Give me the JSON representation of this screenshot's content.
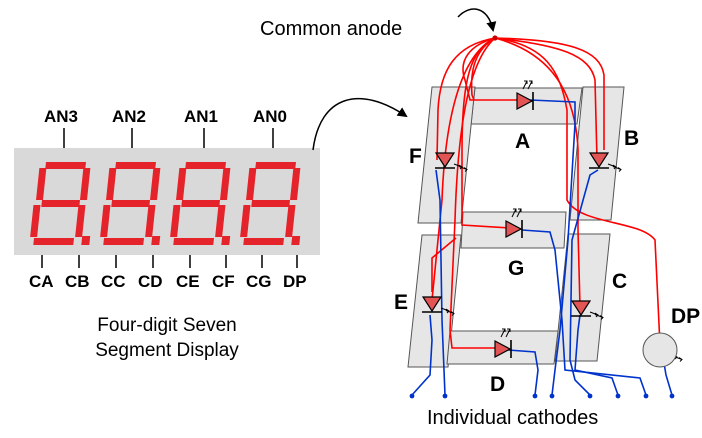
{
  "anode_pins": [
    "AN3",
    "AN2",
    "AN1",
    "AN0"
  ],
  "cathode_pins": [
    "CA",
    "CB",
    "CC",
    "CD",
    "CE",
    "CF",
    "CG",
    "DP"
  ],
  "display_caption_line1": "Four-digit Seven",
  "display_caption_line2": "Segment Display",
  "common_anode_label": "Common anode",
  "cathodes_label": "Individual cathodes",
  "segments": [
    "A",
    "B",
    "C",
    "D",
    "E",
    "F",
    "G",
    "DP"
  ],
  "colors": {
    "display_body": "#d9d9d9",
    "segment_lit": "#e5232b",
    "segment_panel": "#e6e6e6",
    "anode_wire": "#ff0000",
    "cathode_wire": "#0033cc",
    "led_fill": "#e35555"
  }
}
